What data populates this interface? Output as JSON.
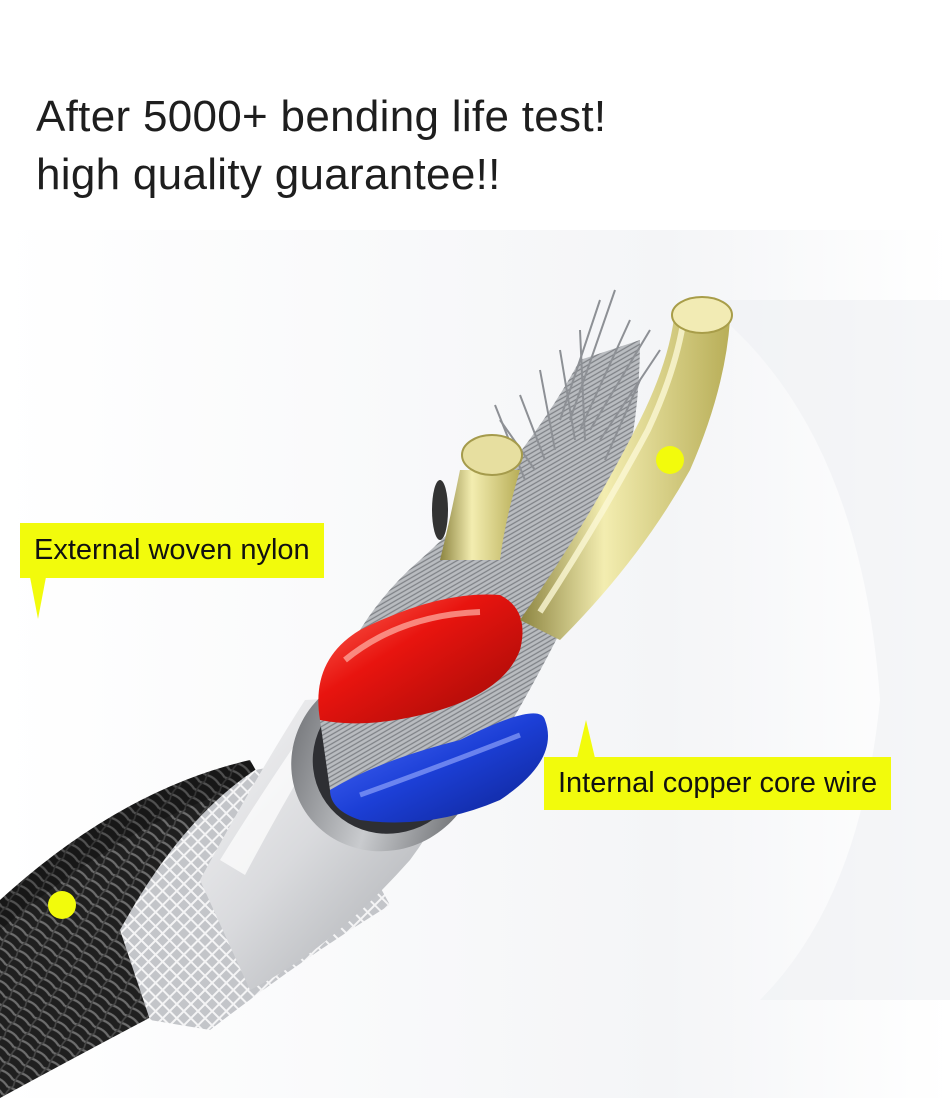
{
  "headline": {
    "line1": "After 5000+ bending life test!",
    "line2": "high quality guarantee!!"
  },
  "callouts": {
    "nylon": "External woven nylon",
    "core": "Internal copper core wire"
  },
  "colors": {
    "accent": "#f2fb0c",
    "headline_text": "#1e1e1e",
    "braid": "#2a2a2a",
    "sleeve": "#d8d9dc",
    "red_wire": "#e8140f",
    "blue_wire": "#1c3fd6",
    "gold_wire": "#d8cf72",
    "strands": "#a7aaae"
  }
}
